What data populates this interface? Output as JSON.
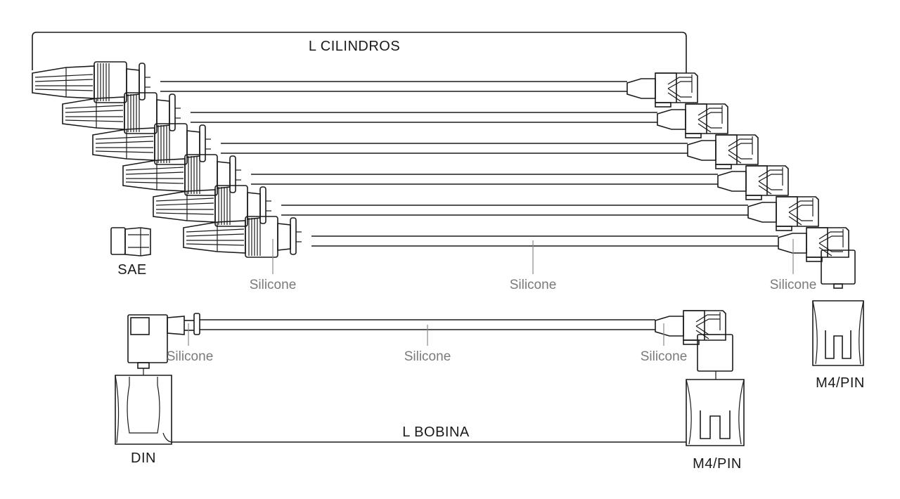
{
  "labels": {
    "length_cylinders": "L  CILINDROS",
    "length_coil": "L  BOBINA",
    "sae": "SAE",
    "din": "DIN",
    "m4pin_bottom": "M4/PIN",
    "m4pin_right": "M4/PIN",
    "silicone_1": "Silicone",
    "silicone_2": "Silicone",
    "silicone_3": "Silicone",
    "silicone_4": "Silicone",
    "silicone_5": "Silicone",
    "silicone_6": "Silicone"
  }
}
